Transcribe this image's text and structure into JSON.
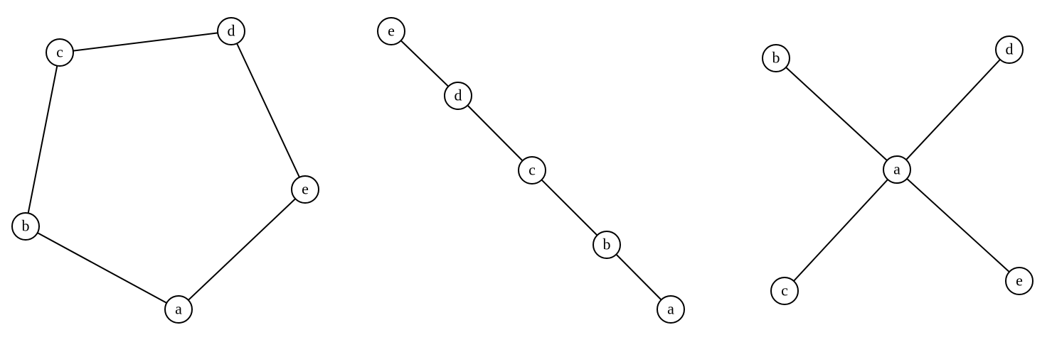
{
  "colors": {
    "edge": "#000000",
    "node_fill": "#ffffff",
    "node_stroke": "#000000",
    "label": "#000000"
  },
  "graphs": [
    {
      "id": "cycle-graph",
      "nodes": [
        {
          "id": "a",
          "label": "a"
        },
        {
          "id": "b",
          "label": "b"
        },
        {
          "id": "c",
          "label": "c"
        },
        {
          "id": "d",
          "label": "d"
        },
        {
          "id": "e",
          "label": "e"
        }
      ],
      "edges": [
        [
          "c",
          "d"
        ],
        [
          "d",
          "e"
        ],
        [
          "e",
          "a"
        ],
        [
          "a",
          "b"
        ],
        [
          "b",
          "c"
        ]
      ]
    },
    {
      "id": "path-graph",
      "nodes": [
        {
          "id": "e",
          "label": "e"
        },
        {
          "id": "d",
          "label": "d"
        },
        {
          "id": "c",
          "label": "c"
        },
        {
          "id": "b",
          "label": "b"
        },
        {
          "id": "a",
          "label": "a"
        }
      ],
      "edges": [
        [
          "e",
          "d"
        ],
        [
          "d",
          "c"
        ],
        [
          "c",
          "b"
        ],
        [
          "b",
          "a"
        ]
      ]
    },
    {
      "id": "star-graph",
      "nodes": [
        {
          "id": "a",
          "label": "a"
        },
        {
          "id": "b",
          "label": "b"
        },
        {
          "id": "c",
          "label": "c"
        },
        {
          "id": "d",
          "label": "d"
        },
        {
          "id": "e",
          "label": "e"
        }
      ],
      "edges": [
        [
          "a",
          "b"
        ],
        [
          "a",
          "c"
        ],
        [
          "a",
          "d"
        ],
        [
          "a",
          "e"
        ]
      ]
    }
  ]
}
